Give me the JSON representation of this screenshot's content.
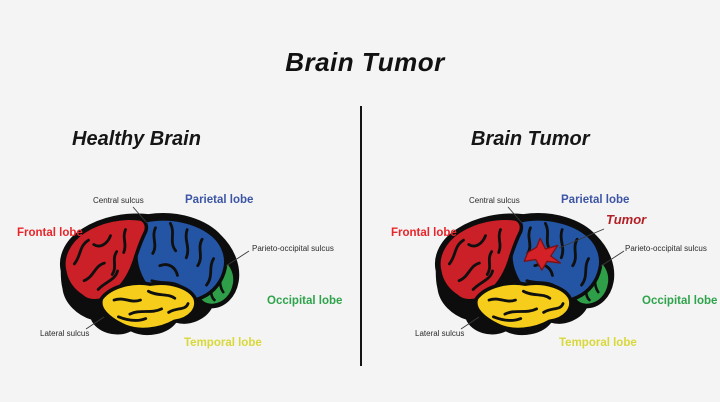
{
  "title": "Brain Tumor",
  "panels": {
    "left": {
      "title": "Healthy Brain",
      "labels": {
        "central_sulcus": "Central sulcus",
        "parietal_lobe": "Parietal lobe",
        "frontal_lobe": "Frontal lobe",
        "parieto_occipital_sulcus": "Parieto-occipital sulcus",
        "occipital_lobe": "Occipital lobe",
        "lateral_sulcus": "Lateral sulcus",
        "temporal_lobe": "Temporal lobe"
      }
    },
    "right": {
      "title": "Brain Tumor",
      "labels": {
        "central_sulcus": "Central sulcus",
        "parietal_lobe": "Parietal lobe",
        "tumor": "Tumor",
        "frontal_lobe": "Frontal lobe",
        "parieto_occipital_sulcus": "Parieto-occipital sulcus",
        "occipital_lobe": "Occipital lobe",
        "lateral_sulcus": "Lateral sulcus",
        "temporal_lobe": "Temporal lobe"
      }
    }
  },
  "colors": {
    "background": "#f4f4f4",
    "frontal_lobe_fill": "#cb2027",
    "parietal_lobe_fill": "#2355a4",
    "occipital_lobe_fill": "#2f9e48",
    "temporal_lobe_fill": "#f5cd1a",
    "tumor_fill": "#d42127",
    "frontal_label": "#e8252b",
    "parietal_label": "#3c55a5",
    "occipital_label": "#2fa34b",
    "temporal_label": "#d9d83a",
    "tumor_label": "#b21f24",
    "sulcus_label": "#2b2b2b",
    "title_color": "#111111"
  }
}
